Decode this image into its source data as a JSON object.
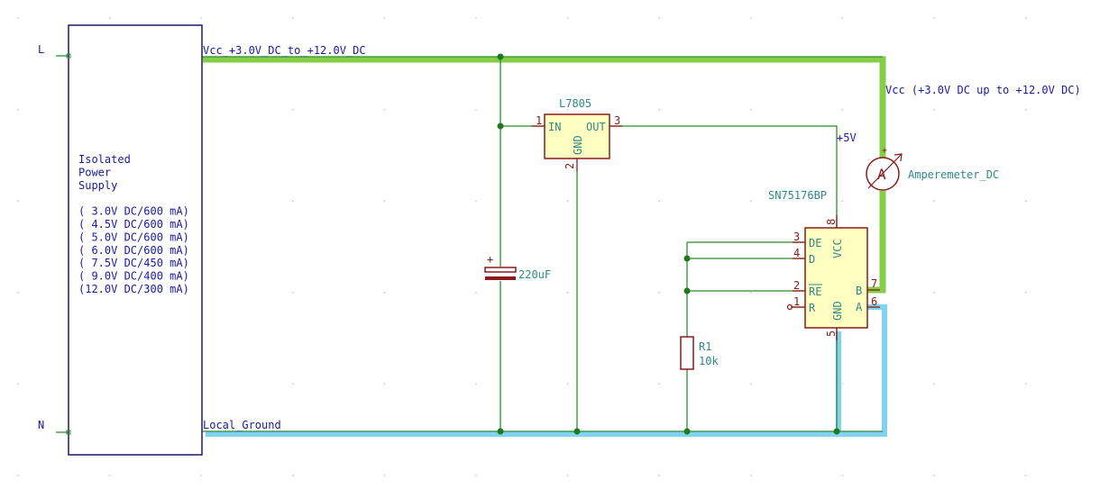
{
  "colors": {
    "wire": "#2e8b2e",
    "vcc_bus": "#84cf47",
    "gnd_bus": "#7fd3ef",
    "component": "#8b1a1a",
    "component_fill": "#ffffc2",
    "net_label": "#1a1aa6",
    "value_text": "#2d8a86",
    "pin_number": "#8b1a1a"
  },
  "power_supply": {
    "pin_l": "L",
    "pin_n": "N",
    "lines": [
      "Isolated",
      "Power",
      "Supply",
      "",
      "( 3.0V DC/600 mA)",
      "( 4.5V DC/600 mA)",
      "( 5.0V DC/600 mA)",
      "( 6.0V DC/600 mA)",
      "( 7.5V DC/450 mA)",
      "( 9.0V DC/400 mA)",
      "(12.0V DC/300 mA)"
    ]
  },
  "nets": {
    "vcc_top": "Vcc_+3.0V_DC_to_+12.0V_DC",
    "vcc_right": "Vcc (+3.0V DC up to +12.0V DC)",
    "plus5": "+5V",
    "ground": "Local_Ground"
  },
  "regulator": {
    "name": "L7805",
    "pin_in_label": "IN",
    "pin_out_label": "OUT",
    "pin_gnd_label": "GND",
    "pin_in": "1",
    "pin_out": "3",
    "pin_gnd": "2"
  },
  "capacitor": {
    "value": "220uF",
    "polarity": "+"
  },
  "resistor": {
    "ref": "R1",
    "value": "10k"
  },
  "ammeter": {
    "symbol": "A",
    "name": "Amperemeter_DC",
    "polarity": "+"
  },
  "transceiver": {
    "name": "SN75176BP",
    "pins": {
      "de": {
        "num": "3",
        "label": "DE"
      },
      "d": {
        "num": "4",
        "label": "D"
      },
      "re": {
        "num": "2",
        "label": "RE"
      },
      "r": {
        "num": "1",
        "label": "R"
      },
      "vcc": {
        "num": "8",
        "label": "VCC"
      },
      "gnd": {
        "num": "5",
        "label": "GND"
      },
      "b": {
        "num": "7",
        "label": "B"
      },
      "a": {
        "num": "6",
        "label": "A"
      }
    }
  }
}
